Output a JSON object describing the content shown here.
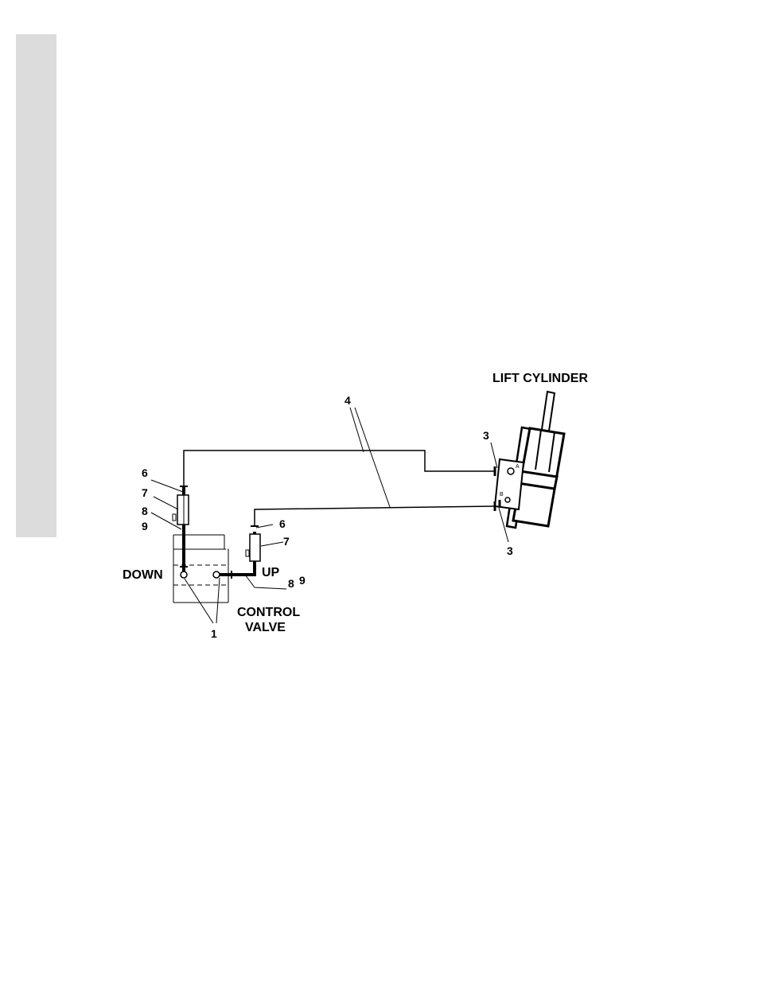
{
  "labels": {
    "lift_cylinder": "LIFT CYLINDER",
    "down": "DOWN",
    "up": "UP",
    "control_valve_line1": "CONTROL",
    "control_valve_line2": "VALVE",
    "port_a": "A",
    "port_b": "B"
  },
  "callouts": {
    "c1": "1",
    "c3_top": "3",
    "c3_bottom": "3",
    "c4": "4",
    "c6_left": "6",
    "c7_left": "7",
    "c8_left": "8",
    "c9_left": "9",
    "c6_right": "6",
    "c7_right": "7",
    "c8_right": "8",
    "c9_right": "9"
  },
  "colors": {
    "ink": "#000000",
    "tab": "#dcdcdc"
  }
}
